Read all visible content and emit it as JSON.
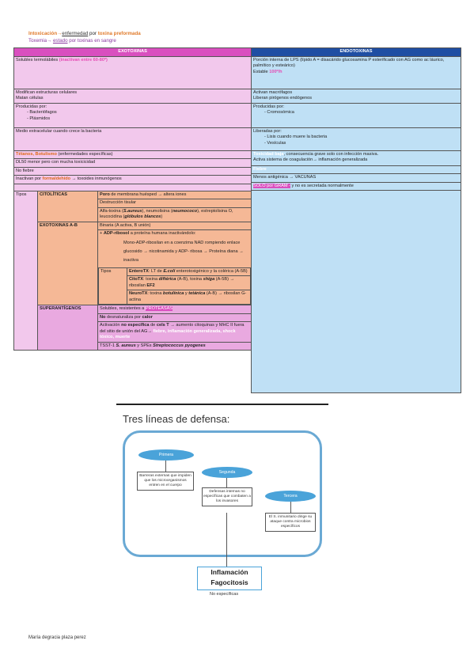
{
  "intro": {
    "l1_a": "Intoxicación→",
    "l1_b": "enfermedad",
    "l1_mid": " por ",
    "l1_c": "toxina preformada",
    "l2_a": "Toxemia→ ",
    "l2_u": "estado",
    "l2_b": " por toxinas en sangre"
  },
  "headers": {
    "exo": "EXOTOXINAS",
    "endo": "ENDOTOXINAS"
  },
  "exo": {
    "r1_a": "Solubles termolábiles ",
    "r1_b": "(inactivan entre 60-80º)",
    "r2_a": "Modifican estructuras celulares",
    "r2_b": "Matan células",
    "r3_a": "Producidas por:",
    "r3_b": "-     Bacteriófagos",
    "r3_c": "-     Plásmidos",
    "r4": "Medio extracelular cuando crece la bacteria",
    "r5_a": "Tétanos, Botulismo",
    "r5_b": " (enfermedades específicas)",
    "r6": "DL50 menor pero con mucha toxicicidad",
    "r7": "No fiebre",
    "r8_a": "Inactivan por ",
    "r8_b": "formaldehído",
    "r8_c": " → toxoides inmunógenos"
  },
  "endo": {
    "r1_a": "Porción interna de LPS (lípido A = disacárido glucosamina P esterificado con AG como ac láurico, palmítico y esteárico)",
    "r1_b": "Estable ",
    "r1_c": "100º/h",
    "r2_a": "Activan macrófagos",
    "r2_b": "Liberan pirógenos endógenos",
    "r3_a": "Producidas por:",
    "r3_b": "-     Cromosómica",
    "r4_a": "Liberadas por:",
    "r4_b": "-     Lisis cuando muere la bacteria",
    "r4_c": "-     Vesículas",
    "r5_a": "Toxicidad baja",
    "r5_b": ", consecuencia grave solo con infección masiva.",
    "r5_c": "Activa sistema de coagulación→ inflamación generalizada",
    "r6": "Fiebre",
    "r7": "Menos antigénica → VACUNAS",
    "r8_a": "SOLO por GRAM -",
    "r8_b": " y no es secretada normalmente"
  },
  "tipos": {
    "label": "Tipos",
    "cito": "CITOLÍTICAS",
    "cito_1a": "Poro",
    "cito_1b": " de membrana huésped → altera iones",
    "cito_2": "Destrucción tisular",
    "cito_3a": "Alfa-toxina (",
    "cito_3b": "S.aureus",
    "cito_3c": "), neumolisina (",
    "cito_3d": "neumococo",
    "cito_3e": "), estreptolisina O, leucocidina (",
    "cito_3f": "glóbulos blancos",
    "cito_3g": ")",
    "ab": "EXOTOXINAS A-B",
    "ab_1": "Binaria (A activa, B unión)",
    "ab_2a": "+ ",
    "ab_2b": "ADP-ribosol",
    "ab_2c": " a proteína humana inactivándolo:",
    "ab_3": "Mono-ADP-ribosilan en a coenzima NAD rompiendo enlace glucosido → nicotinamida y ADP- ribosa → Proteína diana → inactiva",
    "sub_tipos": "Tipos",
    "entero_a": "EnteroTX",
    "entero_b": ": LT de ",
    "entero_c": "E.coli",
    "entero_d": " enterotoxigénico y la colérica (A-5B)",
    "cito_tx_a": "CitoTX",
    "cito_tx_b": ": toxina ",
    "cito_tx_c": "diftérica",
    "cito_tx_d": " (A-B), toxina ",
    "cito_tx_e": "shiga",
    "cito_tx_f": " (A-5B) → ribosilan ",
    "cito_tx_g": "EF2",
    "neuro_a": "NeuroTX",
    "neuro_b": ": toxina ",
    "neuro_c": "botulínica",
    "neuro_d": " y ",
    "neuro_e": "tetánica",
    "neuro_f": " (A-B) → ribosilan G-actina",
    "super": "SUPERANTÍGENOS",
    "sup_1a": "Solubles, resistentes a ",
    "sup_1b": "PROTEASAS",
    "sup_2a": "No",
    "sup_2b": " desnaturaliza por ",
    "sup_2c": "calor",
    "sup_3a": "Activación ",
    "sup_3b": "no específica",
    "sup_3c": " de ",
    "sup_3d": "cels T",
    "sup_3e": " → aumento citoquinas y MHC II fuera del sitio de unión del AG→ ",
    "sup_3f": "fiebre, inflamación generalizada, shock tóxico, muerte",
    "sup_4a": "TSST-1 ",
    "sup_4b": "S. aureus",
    "sup_4c": " y SPEs ",
    "sup_4d": "Streptococcus pyogenes"
  },
  "diagram": {
    "title": "Tres líneas de defensa:",
    "primera": "Primera",
    "segunda": "Segunda",
    "tercera": "Tercera",
    "box1": "Barreras externas que impiden que los microorganismos entren en el cuerpo",
    "box2": "Defensas internas no específicas que combaten a los invasores",
    "box3": "El S. inmunitario dirige su ataque contra microbios específicos",
    "inflam1": "Inflamación",
    "inflam2": "Fagocitosis",
    "noesp": "No específicas",
    "colors": {
      "frame": "#6aa9d4",
      "oval": "#4aa3d9"
    }
  },
  "footer": "María degracia plaza perez",
  "colors": {
    "exo_header": "#d94fbf",
    "endo_header": "#1f4ea3",
    "exo_cell": "#f2c8ec",
    "endo_cell": "#bfe0f5"
  }
}
